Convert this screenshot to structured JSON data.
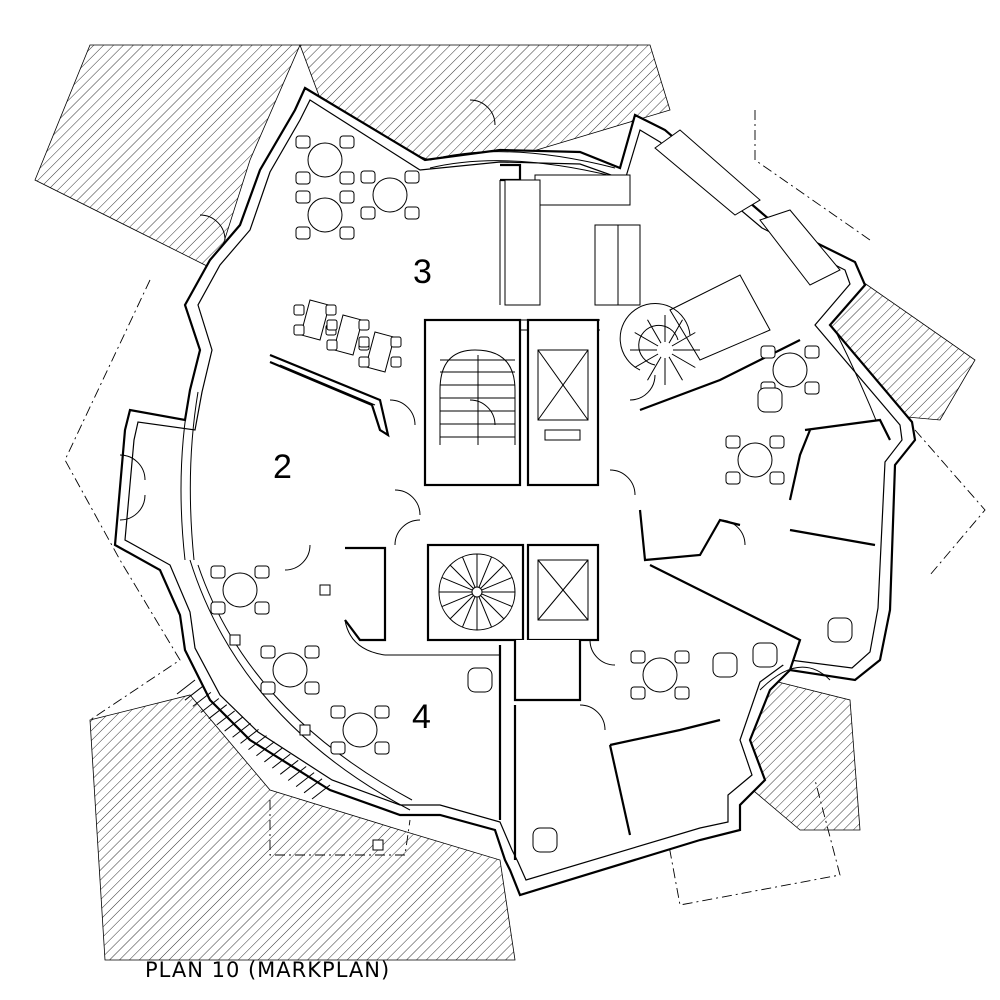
{
  "plan": {
    "caption": "PLAN 10 (MARKPLAN)",
    "rooms": [
      {
        "number": "3"
      },
      {
        "number": "2"
      },
      {
        "number": "4"
      }
    ]
  },
  "colors": {
    "ink": "#000000",
    "paper": "#ffffff"
  },
  "icons": {
    "spiral_stair_north": "spiral-staircase-icon",
    "spiral_stair_south": "spiral-staircase-icon",
    "elevator": "elevator-icon",
    "table": "round-table-icon"
  }
}
